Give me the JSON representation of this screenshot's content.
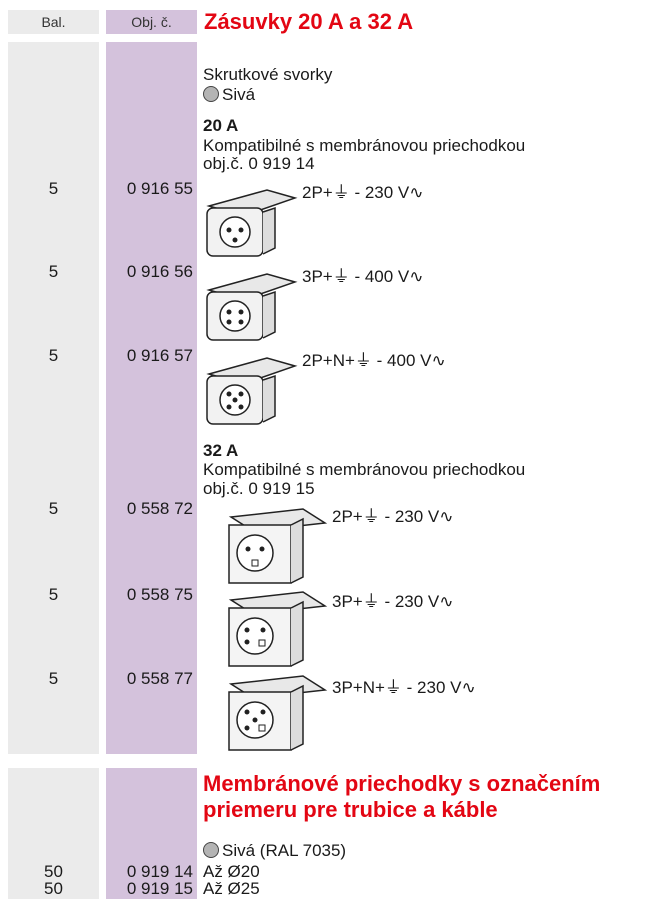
{
  "header": {
    "bal_label": "Bal.",
    "obj_label": "Obj. č.",
    "title": "Zásuvky 20 A a 32 A"
  },
  "section1": {
    "terminals": "Skrutkové svorky",
    "color": "Sivá",
    "group20": {
      "heading": "20 A",
      "compat_line1": "Kompatibilné s membránovou priechodkou",
      "compat_line2": "obj.č. 0 919 14"
    },
    "group32": {
      "heading": "32 A",
      "compat_line1": "Kompatibilné s membránovou priechodkou",
      "compat_line2": "obj.č. 0 919 15"
    },
    "rows": [
      {
        "bal": "5",
        "obj": "0 916 55",
        "spec": "2P+⏚ - 230 V∿"
      },
      {
        "bal": "5",
        "obj": "0 916 56",
        "spec": "3P+⏚ - 400 V∿"
      },
      {
        "bal": "5",
        "obj": "0 916 57",
        "spec": "2P+N+⏚ - 400 V∿"
      },
      {
        "bal": "5",
        "obj": "0 558 72",
        "spec": "2P+⏚ - 230 V∿"
      },
      {
        "bal": "5",
        "obj": "0 558 75",
        "spec": "3P+⏚ - 230 V∿"
      },
      {
        "bal": "5",
        "obj": "0 558 77",
        "spec": "3P+N+⏚ - 230 V∿"
      }
    ]
  },
  "section2": {
    "title_line1": "Membránové priechodky s označením",
    "title_line2": "priemeru pre trubice a káble",
    "color": "Sivá (RAL 7035)",
    "rows": [
      {
        "bal": "50",
        "obj": "0 919 14",
        "size": "Až Ø20"
      },
      {
        "bal": "50",
        "obj": "0 919 15",
        "size": "Až Ø25"
      }
    ]
  },
  "colors": {
    "title_red": "#e30613",
    "obj_column": "#d4c2dc",
    "bal_column": "#ebebeb",
    "socket_grey": "#b4b4b4"
  }
}
